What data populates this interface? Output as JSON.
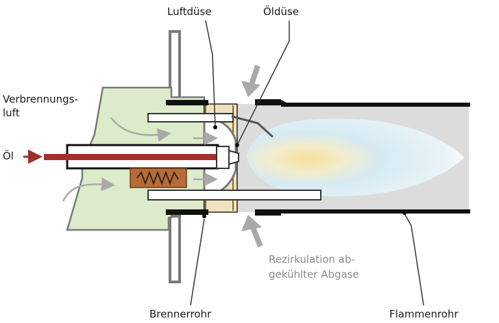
{
  "labels": {
    "luftduese": "Luftdüse",
    "oelduese": "Öldüse",
    "verbrennungsluft_1": "Verbrennungs-",
    "verbrennungsluft_2": "luft",
    "oel": "Öl",
    "rezirkulation_1": "Rezirkulation ab-",
    "rezirkulation_2": "gekühlter Abgase",
    "brennerrohr": "Brennerrohr",
    "flammenrohr": "Flammenrohr"
  },
  "colors": {
    "air_housing": "#dcebc9",
    "flame_tube": "#dcdcdc",
    "oil_pipe": "#a0302a",
    "heater": "#b86a35",
    "nozzle_ring": "#e8d8a8",
    "flame_core": "#f3dfa0",
    "flame_outer": "#d7ebf4",
    "arrow_grey": "#a9a9a9",
    "label_grey": "#8a8a8a"
  }
}
